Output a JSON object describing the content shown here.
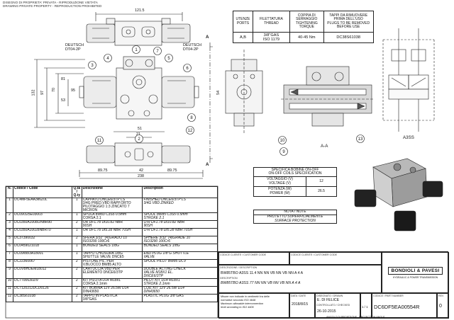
{
  "header_note": [
    "DISEGNO DI PROPRIETA' PRIVATA - RIPRODUZIONE VIETATA",
    "DRAWING PRIVATE PROPERTY - REPRODUCTION PROHIBITED"
  ],
  "connector_labels": {
    "left": [
      "DEUTSCH",
      "DT04-2P"
    ],
    "right": [
      "DEUTSCH",
      "DT04-2P"
    ]
  },
  "dimensions": {
    "top_width": "121.5",
    "height_total": "132",
    "height_a": "97",
    "height_b": "70",
    "dim_51": "51",
    "dim_21": "21",
    "dim_81": "81",
    "dim_53": "53",
    "dim_95": "95",
    "dim_89_left": "89.75",
    "dim_42": "42",
    "dim_89_right": "89.75",
    "width_238": "238",
    "dim_side_54": "54"
  },
  "balloons": [
    "1",
    "2",
    "3",
    "4",
    "5",
    "6",
    "7",
    "8",
    "9",
    "10",
    "11",
    "12",
    "13"
  ],
  "section_labels": {
    "a_top": "A",
    "a_bottom": "A",
    "a_a": "A-A",
    "a3ss": "A3SS"
  },
  "thread_table": {
    "headers": [
      "UTENZE\nPORTS",
      "FILETTATURA\nTHREAD",
      "COPPIA DI\nSERRAGGIO\nTIGHTENING\nTORQUE",
      "TAPPI DA RIMUOVERE\nPRIMA DELL'USO\nPLUGS TO BE REMOVED\nBEFORE USE"
    ],
    "row": [
      "A,B",
      "3/8\"GAS\nISO 1179",
      "40-45 Nm",
      "DC38S61038"
    ]
  },
  "coil_table": {
    "title": "SPECIFICA BOBINE ON-OFF\nON-OFF COILS SPECIFICATION",
    "rows": [
      {
        "label": "VOLTAGGIO (V)\nVOLTAGE (V)",
        "value": "12"
      },
      {
        "label": "POTENZA (W)\nPOWER (W)",
        "value": "26.5"
      }
    ]
  },
  "note": {
    "title": "NOTA / NOTE",
    "lines": [
      "PROTETTO SUPERFICIALMENTE",
      "SURFACE PROTECTION"
    ]
  },
  "bom": {
    "headers": [
      "N.",
      "Codice / Code",
      "Q.tà / Q.ty",
      "Descrizione",
      "Description"
    ],
    "rows": [
      [
        "1",
        "DC4MF5EAA3k6Z0L",
        "1",
        "CAPPATO DNCE6/3TP LS\n3/4G PRED.VBD RAPP.ORTO\nPILOTAGGIO 1:3 ZINCATO 7\nMICRON",
        "FINISHED DNCE6/3TP LS\n3/4G VBD ZINKED"
      ],
      [
        "2",
        "DC09/325E03003",
        "1",
        "SPOLA 8W83 C3S5 0.5mm\nCORSA 2.1",
        "SPOOL 8W85 C3S5 0.5mm\nSTROKE 2.1"
      ],
      [
        "3",
        "DC0350A1008/2NBR90",
        "2",
        "OR DF1.78 Dt10.82 NBR\n90SH",
        "O-R DF1.78 Dt10.82 NBR\n90SH"
      ],
      [
        "4",
        "DC0350A10028NBR70",
        "1",
        "OR DF1.78 Dt5.28 NBR 70SH",
        "O-R DF1.78 Dt5.28 NBR 70SH"
      ],
      [
        "5",
        "DC37390032",
        "2",
        "SFERA 3/32\" (4)GRADO 10\nISO3290 100Cr6",
        "SPHERE 3/32\" (4)GRADE 10\nISO3290 100Cr6"
      ],
      [
        "6",
        "DC0459021018",
        "1",
        "BONDED SEALS 1/8G",
        "BONDED SEALS 1/8G"
      ],
      [
        "7",
        "DC09/88/3A18001",
        "1",
        "TAPPO CHIUSURA 1/8G\nSHUTTLE VALVE DNCE5",
        "END PLUG 1/8\"G SHUTTLE\nVALVE"
      ],
      [
        "8",
        "DC22360067",
        "2",
        "PISTONE PIL. PER\nV.BLOCCO BW85 ALTO",
        "SPOOL PILOT BW85 DCV"
      ],
      [
        "9",
        "DC0VBHDEM18012",
        "2",
        "CARTUCCIA VBD PER\nELEMENTO DNCE6/3TP",
        "DOUBLE ACTING CHECK\nVALVE M18X1 EL.\nDNCE6/3TP"
      ],
      [
        "10",
        "DC77006302/9",
        "2",
        "KIT PILOTA D14 M18x1\nCORSA 2.1mm",
        "PILOT KIT D14 M18X1\nSTROKE 2.1mm"
      ],
      [
        "11",
        "DC7120212DCD0126",
        "2",
        "KIT BOBINA 12V 26.5W D14\nDIN43650",
        "COIL KIT 12V 26.5W D14\nDIN43650"
      ],
      [
        "12",
        "DC38S61038",
        "2",
        "TAPPO IN PLASTICA\n3/8\"GAS",
        "PLASTIC PLUG 3/8\"GAS"
      ]
    ]
  },
  "title_block": {
    "left_labels": [
      "CODICE CLIENTE / CUSTOMER CODE",
      "CODICE CLIENTE / CUSTOMER CODE"
    ],
    "description_label": "DESCRIZIONE / DESCRIPTION",
    "description_lines": [
      "BW85TBO A3SS 11.4 NN NN VB NN VB NN A 4 A"
    ],
    "description_en_label": "DESCRIPTION",
    "description_en": "BW85TBO A3SS 77 NN NN VB NN VB NN A 4 A",
    "tolerance_lines": [
      "Misure non indicate in centimetri tra delle",
      "normative secondo ISO 4648",
      "Maximum allowable interconnection",
      "level according to ISO 4406"
    ],
    "drawn_label": "DISEGNATO / DRAWN",
    "drawn_by": "E. DI FELICE",
    "checked_label": "CONTROLLATO / CHECKED",
    "date_label": "DATA / DATE",
    "date": "2018/8/15",
    "date2": "26-10-2015",
    "scale_label": "SCALA / SCALE",
    "sheet": "1 / 1",
    "code_label": "CODICE / PART NUMBER",
    "code": "DC6DF5EA00554R",
    "rev_label": "REV",
    "rev": "0",
    "company": "BONDIOLI & PAVESI",
    "company_sub": "HYDRAULIC & POWER TRANSMISSION",
    "footer": "ANGOLO DI PROIEZIONE - PROJECTION ANGLE"
  }
}
